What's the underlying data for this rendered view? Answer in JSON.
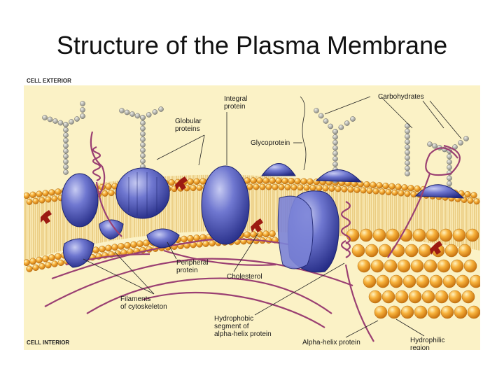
{
  "slide": {
    "title": "Structure of the Plasma Membrane"
  },
  "labels": {
    "cell_exterior": "CELL EXTERIOR",
    "cell_interior": "CELL INTERIOR",
    "integral_1": "Integral",
    "integral_2": "protein",
    "carbohydrates": "Carbohydrates",
    "globular_1": "Globular",
    "globular_2": "proteins",
    "glycoprotein": "Glycoprotein",
    "peripheral_1": "Peripheral",
    "peripheral_2": "protein",
    "cholesterol": "Cholesterol",
    "filaments_1": "Filaments",
    "filaments_2": "of cytoskeleton",
    "hydrophobic_1": "Hydrophobic",
    "hydrophobic_2": "segment of",
    "hydrophobic_3": "alpha-helix protein",
    "alpha_helix": "Alpha-helix protein",
    "hydrophilic_1": "Hydrophilic",
    "hydrophilic_2": "region"
  },
  "colors": {
    "background": "#fbf2c6",
    "lipid_head": "#f2a12c",
    "lipid_tail": "#d9b25a",
    "protein": "#5c64c2",
    "protein_dark": "#262f8a",
    "carbohydrate": "#a7a7a0",
    "cholesterol": "#9c1a12",
    "filament": "#9a3f72"
  }
}
